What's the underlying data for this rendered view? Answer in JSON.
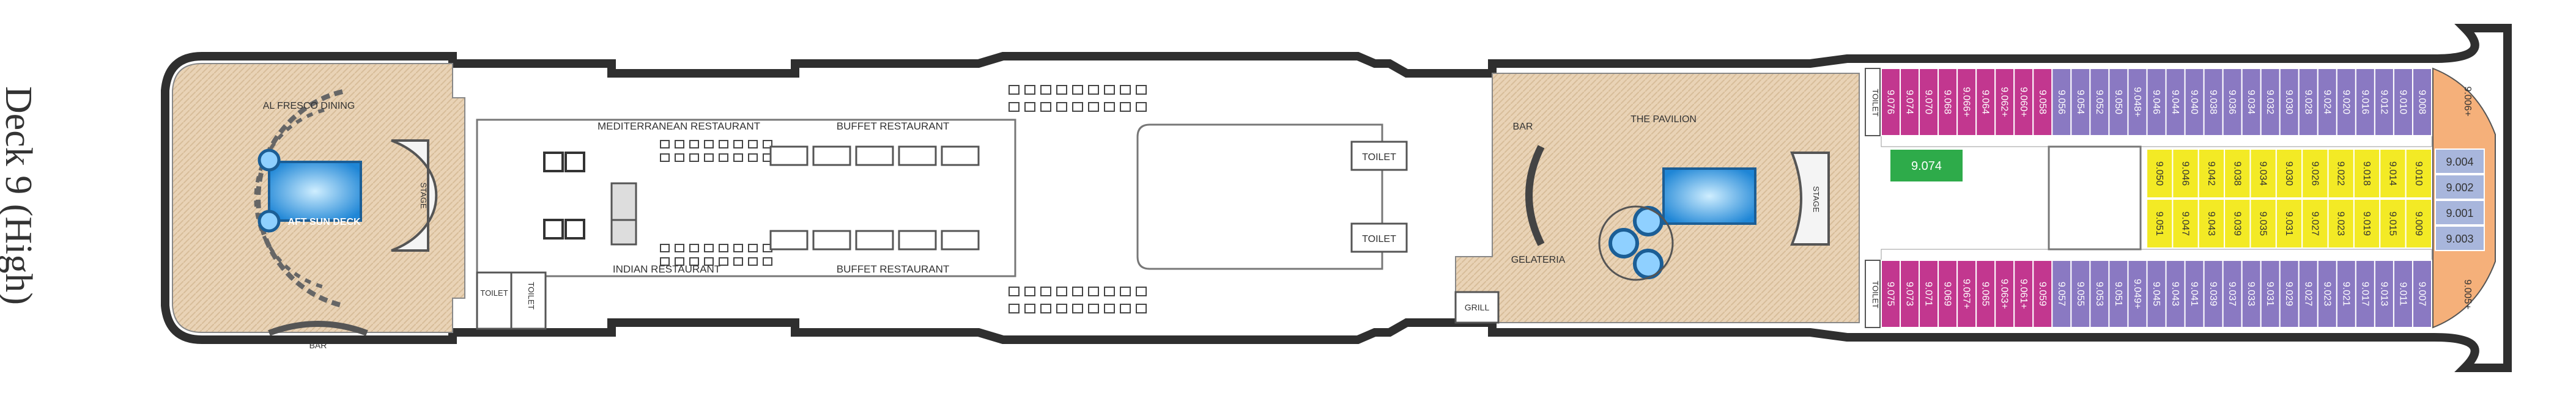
{
  "deck": {
    "title": "Deck 9 (High)"
  },
  "colors": {
    "magenta": "#c2378f",
    "purple": "#8a79c2",
    "blue": "#a8b6dc",
    "yellow": "#f3ea25",
    "orange": "#f5b07a",
    "green": "#2eab4a",
    "wood": "#e8d2b5",
    "hull": "#333333"
  },
  "areas": {
    "al_fresco": "AL FRESCO DINING",
    "aft_sun": "AFT SUN DECK",
    "stage_aft": "STAGE",
    "bar_aft": "BAR",
    "mediterranean": "MEDITERRANEAN RESTAURANT",
    "indian": "INDIAN RESTAURANT",
    "buffet_top": "BUFFET RESTAURANT",
    "buffet_bottom": "BUFFET RESTAURANT",
    "pavilion": "THE PAVILION",
    "bar_fwd": "BAR",
    "gelateria": "GELATERIA",
    "grill": "GRILL",
    "stage_fwd": "STAGE",
    "toilet_1": "TOILET",
    "toilet_2": "TOILET",
    "toilet_3": "TOILET",
    "toilet_4": "TOILET",
    "toilet_5": "TOILET",
    "toilet_6": "TOILET"
  },
  "cabins": {
    "top_row": [
      {
        "n": "9.076",
        "c": "magenta"
      },
      {
        "n": "9.074",
        "c": "magenta"
      },
      {
        "n": "9.070",
        "c": "magenta"
      },
      {
        "n": "9.068",
        "c": "magenta"
      },
      {
        "n": "9.066+",
        "c": "magenta"
      },
      {
        "n": "9.064",
        "c": "magenta"
      },
      {
        "n": "9.062+",
        "c": "magenta"
      },
      {
        "n": "9.060+",
        "c": "magenta"
      },
      {
        "n": "9.058",
        "c": "magenta"
      },
      {
        "n": "9.056",
        "c": "purple"
      },
      {
        "n": "9.054",
        "c": "purple"
      },
      {
        "n": "9.052",
        "c": "purple"
      },
      {
        "n": "9.050",
        "c": "purple"
      },
      {
        "n": "9.048+",
        "c": "purple"
      },
      {
        "n": "9.046",
        "c": "purple"
      },
      {
        "n": "9.044",
        "c": "purple"
      },
      {
        "n": "9.040",
        "c": "purple"
      },
      {
        "n": "9.038",
        "c": "purple"
      },
      {
        "n": "9.036",
        "c": "purple"
      },
      {
        "n": "9.034",
        "c": "purple"
      },
      {
        "n": "9.032",
        "c": "purple"
      },
      {
        "n": "9.030",
        "c": "purple"
      },
      {
        "n": "9.028",
        "c": "purple"
      },
      {
        "n": "9.024",
        "c": "purple"
      },
      {
        "n": "9.020",
        "c": "purple"
      },
      {
        "n": "9.016",
        "c": "purple"
      },
      {
        "n": "9.012",
        "c": "purple"
      },
      {
        "n": "9.010",
        "c": "purple"
      },
      {
        "n": "9.008",
        "c": "purple"
      }
    ],
    "bottom_row": [
      {
        "n": "9.075",
        "c": "magenta"
      },
      {
        "n": "9.073",
        "c": "magenta"
      },
      {
        "n": "9.071",
        "c": "magenta"
      },
      {
        "n": "9.069",
        "c": "magenta"
      },
      {
        "n": "9.067+",
        "c": "magenta"
      },
      {
        "n": "9.065",
        "c": "magenta"
      },
      {
        "n": "9.063+",
        "c": "magenta"
      },
      {
        "n": "9.061+",
        "c": "magenta"
      },
      {
        "n": "9.059",
        "c": "magenta"
      },
      {
        "n": "9.057",
        "c": "purple"
      },
      {
        "n": "9.055",
        "c": "purple"
      },
      {
        "n": "9.053",
        "c": "purple"
      },
      {
        "n": "9.051",
        "c": "purple"
      },
      {
        "n": "9.049+",
        "c": "purple"
      },
      {
        "n": "9.045",
        "c": "purple"
      },
      {
        "n": "9.043",
        "c": "purple"
      },
      {
        "n": "9.041",
        "c": "purple"
      },
      {
        "n": "9.039",
        "c": "purple"
      },
      {
        "n": "9.037",
        "c": "purple"
      },
      {
        "n": "9.033",
        "c": "purple"
      },
      {
        "n": "9.031",
        "c": "purple"
      },
      {
        "n": "9.029",
        "c": "purple"
      },
      {
        "n": "9.027",
        "c": "purple"
      },
      {
        "n": "9.023",
        "c": "purple"
      },
      {
        "n": "9.021",
        "c": "purple"
      },
      {
        "n": "9.017",
        "c": "purple"
      },
      {
        "n": "9.013",
        "c": "purple"
      },
      {
        "n": "9.011",
        "c": "purple"
      },
      {
        "n": "9.007",
        "c": "purple"
      }
    ],
    "inner_top": [
      "9.050",
      "9.046",
      "9.042",
      "9.038",
      "9.034",
      "9.030",
      "9.026",
      "9.022",
      "9.018",
      "9.014",
      "9.010"
    ],
    "inner_bottom": [
      "9.051",
      "9.047",
      "9.043",
      "9.039",
      "9.035",
      "9.031",
      "9.027",
      "9.023",
      "9.019",
      "9.015",
      "9.009"
    ],
    "bow_suites": [
      "9.004",
      "9.002",
      "9.001",
      "9.003"
    ],
    "bow_top": "9.006+",
    "bow_bottom": "9.005+",
    "accessible": "9.074"
  }
}
